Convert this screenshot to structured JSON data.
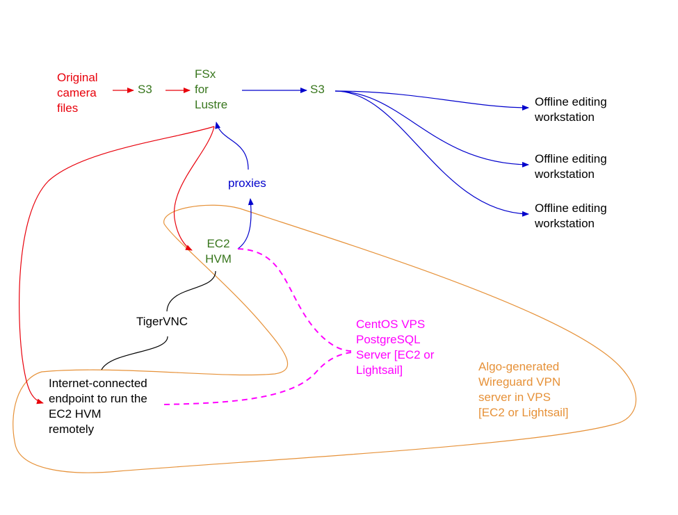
{
  "colors": {
    "red": "#e8000b",
    "green": "#38761d",
    "blue": "#0000cc",
    "black": "#000000",
    "magenta": "#ff00ff",
    "orange": "#e69138"
  },
  "nodes": {
    "original": {
      "text": "Original\ncamera\nfiles",
      "color": "#e8000b"
    },
    "s3_first": {
      "text": "S3",
      "color": "#38761d"
    },
    "fsx": {
      "text": "FSx\nfor\nLustre",
      "color": "#38761d"
    },
    "s3_second": {
      "text": "S3",
      "color": "#38761d"
    },
    "offline_1": {
      "text": "Offline editing\nworkstation",
      "color": "#000000"
    },
    "offline_2": {
      "text": "Offline editing\nworkstation",
      "color": "#000000"
    },
    "offline_3": {
      "text": "Offline editing\nworkstation",
      "color": "#000000"
    },
    "proxies": {
      "text": "proxies",
      "color": "#0000cc"
    },
    "ec2": {
      "text": "EC2\nHVM",
      "color": "#38761d"
    },
    "tigervnc": {
      "text": "TigerVNC",
      "color": "#000000"
    },
    "centos": {
      "text": "CentOS VPS\nPostgreSQL\nServer [EC2 or\nLightsail]",
      "color": "#ff00ff"
    },
    "algo": {
      "text": "Algo-generated\nWireguard VPN\nserver in VPS\n[EC2 or Lightsail]",
      "color": "#e69138"
    },
    "internet": {
      "text": "Internet-connected\nendpoint to run the\nEC2 HVM\nremotely",
      "color": "#000000"
    }
  }
}
